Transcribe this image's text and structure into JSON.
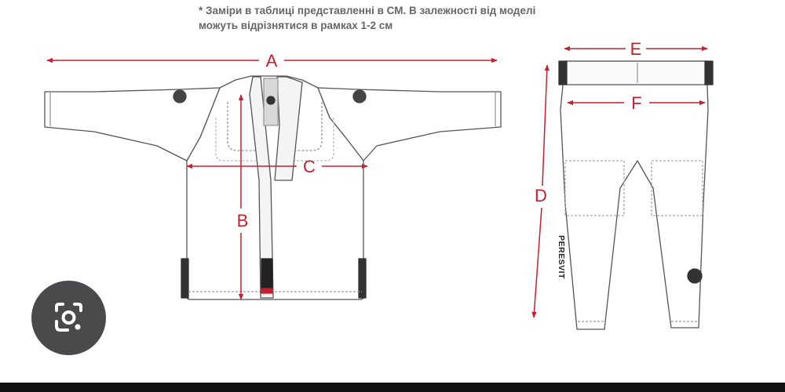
{
  "note": {
    "line1": "* Заміри в таблиці представленні в СМ. В залежності від моделі",
    "line2": "можуть відрізнятися в рамках 1-2 см"
  },
  "labels": {
    "a": "A",
    "b": "B",
    "c": "C",
    "d": "D",
    "e": "E",
    "f": "F"
  },
  "brand": "PERESVIT",
  "colors": {
    "dimension": "#c4202f",
    "outline": "#555555",
    "stitch": "#8a8a8a",
    "background": "#ffffff"
  },
  "icons": {
    "lens": "google-lens-icon"
  }
}
